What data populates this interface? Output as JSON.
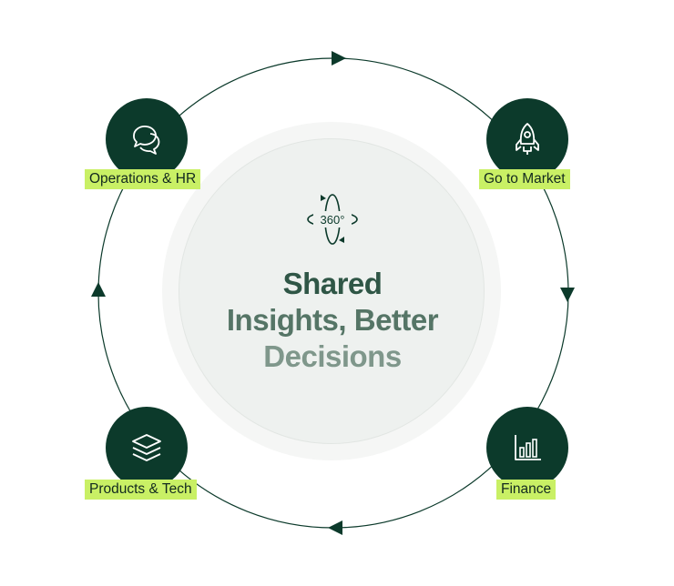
{
  "center": {
    "icon": "rotate-360-icon",
    "icon_text": "360°",
    "title_line1": "Shared",
    "title_line2": "Insights, Better",
    "title_line3": "Decisions"
  },
  "nodes": [
    {
      "label": "Operations & HR",
      "icon": "chat-bubbles-icon"
    },
    {
      "label": "Go to Market",
      "icon": "rocket-icon"
    },
    {
      "label": "Products & Tech",
      "icon": "layers-icon"
    },
    {
      "label": "Finance",
      "icon": "bar-chart-icon"
    }
  ],
  "colors": {
    "node_fill": "#0c3a2b",
    "label_bg": "#c9f065",
    "ring_stroke": "#0c3a2b",
    "core_fill": "#eef1ef"
  }
}
